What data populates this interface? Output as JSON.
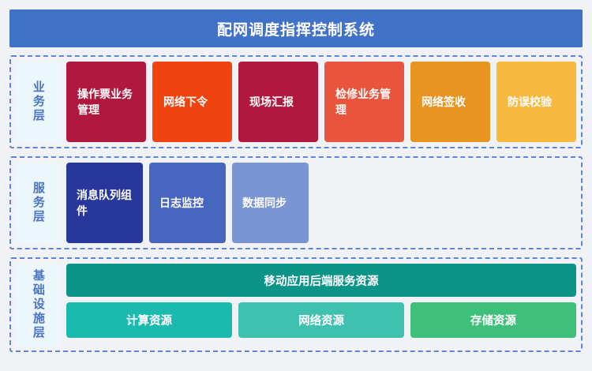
{
  "header": {
    "title": "配网调度指挥控制系统",
    "background": "#4272C8"
  },
  "layers": {
    "business": {
      "label": "业务层",
      "cards": [
        {
          "label": "操作票业务管理",
          "color": "#B0183F"
        },
        {
          "label": "网络下令",
          "color": "#F04410"
        },
        {
          "label": "现场汇报",
          "color": "#B0183F"
        },
        {
          "label": "检修业务管理",
          "color": "#E8543C"
        },
        {
          "label": "网络签收",
          "color": "#E89420"
        },
        {
          "label": "防误校验",
          "color": "#F7B93E"
        }
      ]
    },
    "service": {
      "label": "服务层",
      "cards": [
        {
          "label": "消息队列组件",
          "color": "#27379B"
        },
        {
          "label": "日志监控",
          "color": "#4766BF"
        },
        {
          "label": "数据同步",
          "color": "#7B95D4"
        }
      ]
    },
    "infrastructure": {
      "label": "基础设施层",
      "wide_card": {
        "label": "移动应用后端服务资源",
        "color": "#0D9488"
      },
      "cards": [
        {
          "label": "计算资源",
          "color": "#1ABBAE"
        },
        {
          "label": "网络资源",
          "color": "#3FC1B0"
        },
        {
          "label": "存储资源",
          "color": "#3EBF7A"
        }
      ]
    }
  },
  "theme": {
    "page_background": "#F0F2F5",
    "layer_border": "#5A87D8",
    "label_background": "#EBF6FD",
    "label_text": "#4A73C4"
  }
}
